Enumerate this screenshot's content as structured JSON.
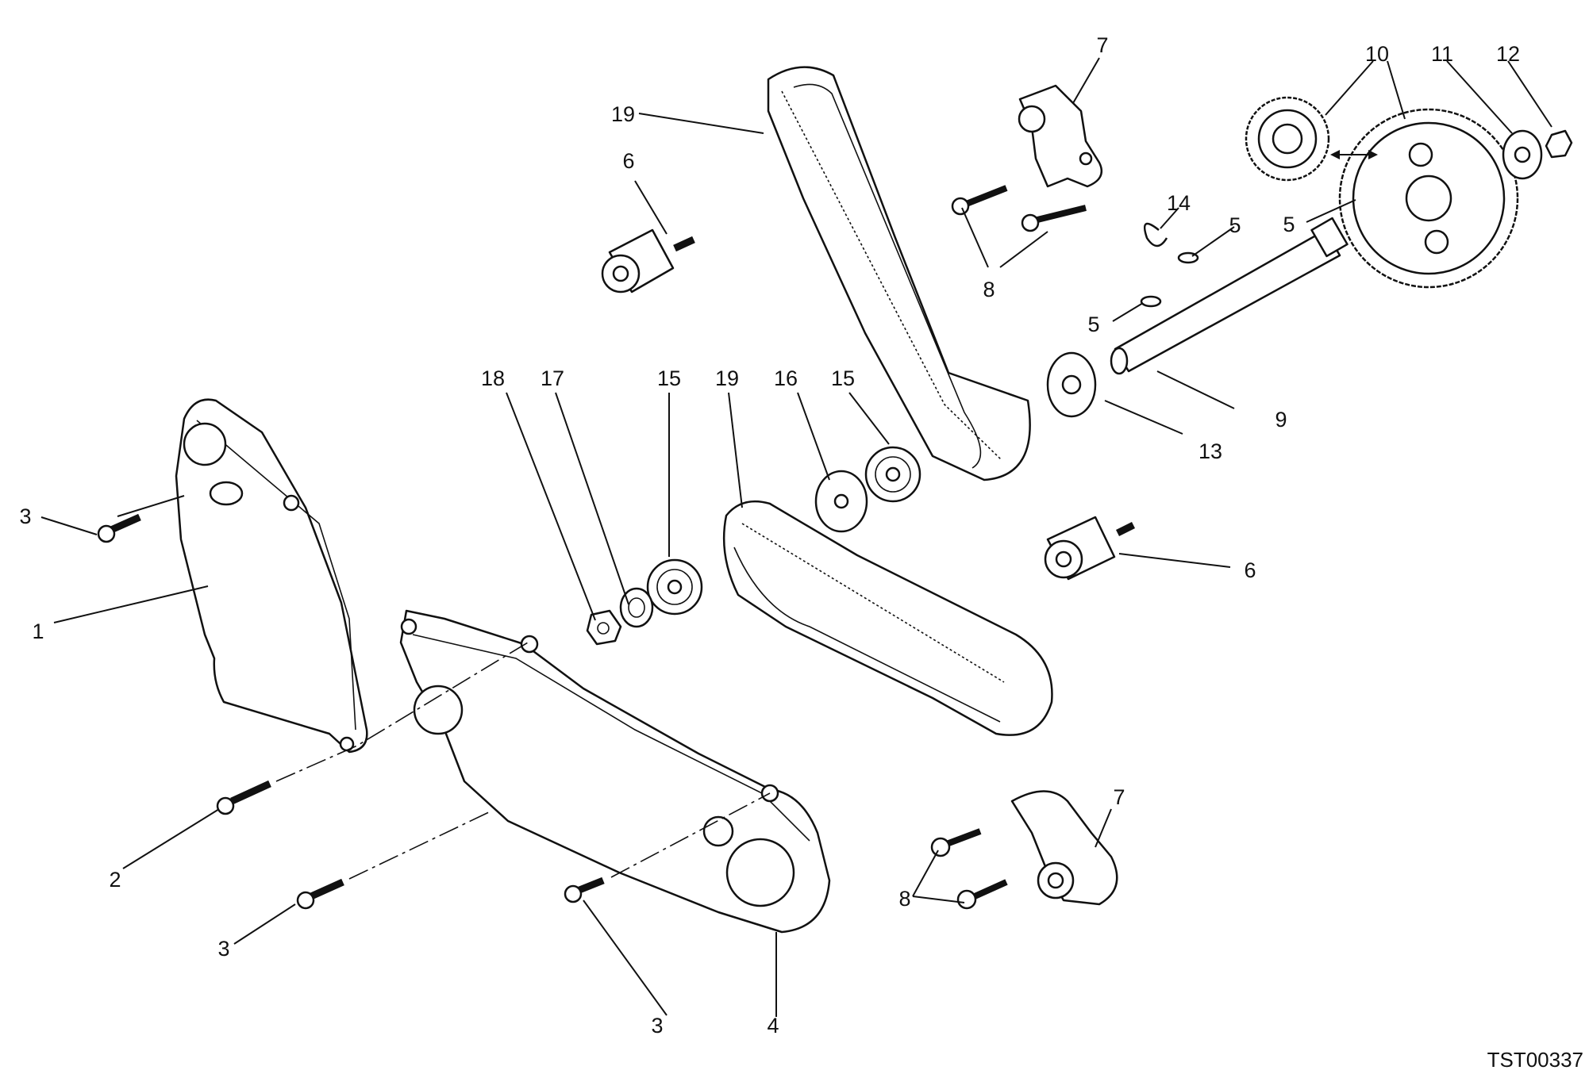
{
  "callouts": {
    "c1": "1",
    "c2": "2",
    "c3a": "3",
    "c3b": "3",
    "c3c": "3",
    "c4": "4",
    "c5a": "5",
    "c5b": "5",
    "c5c": "5",
    "c6a": "6",
    "c6b": "6",
    "c7a": "7",
    "c7b": "7",
    "c8a": "8",
    "c8b": "8",
    "c9": "9",
    "c10": "10",
    "c11": "11",
    "c12": "12",
    "c13": "13",
    "c14": "14",
    "c15a": "15",
    "c15b": "15",
    "c16": "16",
    "c17": "17",
    "c18": "18",
    "c19a": "19",
    "c19b": "19"
  },
  "drawing_code": "TST00337"
}
